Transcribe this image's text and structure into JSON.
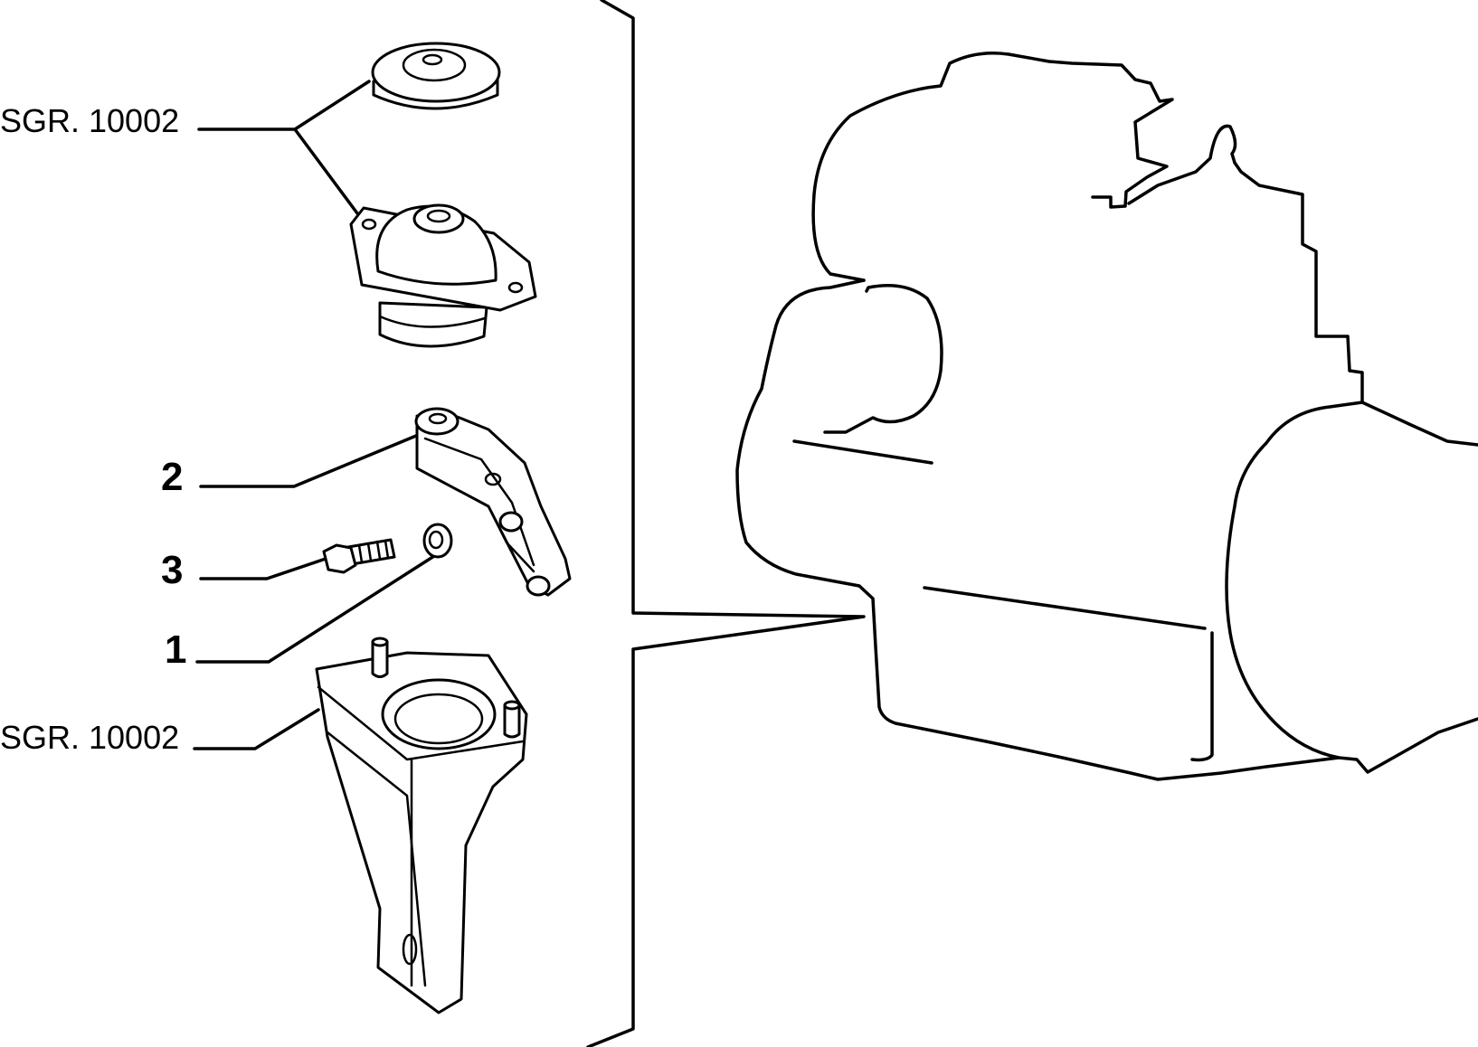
{
  "labels": {
    "ref_top": "SGR. 10002",
    "ref_bottom": "SGR. 10002",
    "part_2": "2",
    "part_3": "3",
    "part_1": "1"
  },
  "colors": {
    "line": "#000000",
    "background": "#ffffff"
  }
}
